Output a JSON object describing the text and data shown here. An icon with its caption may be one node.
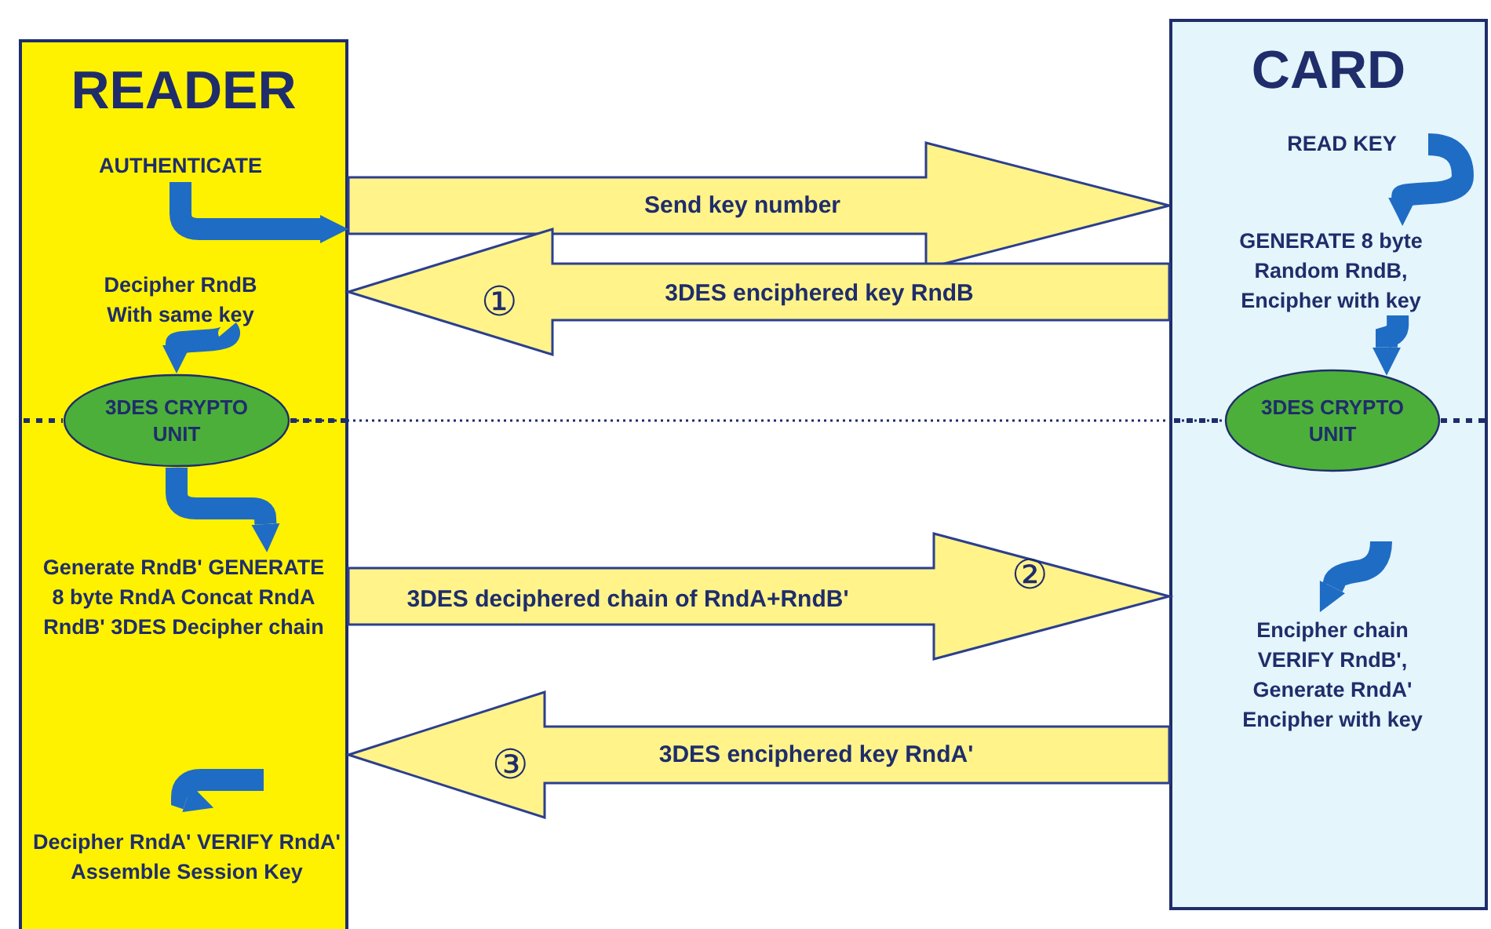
{
  "diagram": {
    "nodes": [
      {
        "text": [
          "READER"
        ]
      },
      {
        "text": [
          "AUTHENTICATE"
        ],
        "in": 0
      },
      {
        "text": [
          "Decipher RndB With same key"
        ],
        "in": 0
      },
      {
        "text": [
          "3DES CRYPTO UNIT"
        ],
        "in": 0
      },
      {
        "text": [
          "Generate RndB' GENERATE 8 byte RndA Concat RndA RndB' 3DES Decipher chain"
        ],
        "in": 0
      },
      {
        "text": [
          "Decipher RndA' VERIFY RndA' Assemble Session Key"
        ],
        "in": 0
      },
      {
        "text": [
          "CARD"
        ]
      },
      {
        "text": [
          "READ KEY"
        ],
        "in": 6
      },
      {
        "text": [
          "GENERATE 8 byte Random RndB, Encipher with key"
        ],
        "in": 6
      },
      {
        "text": [
          "3DES CRYPTO UNIT"
        ],
        "in": 6
      },
      {
        "text": [
          "Encipher chain VERIFY RndB', Generate RndA' Encipher with key"
        ],
        "in": 6
      }
    ],
    "edges": [
      {
        "from": 0,
        "to": 6,
        "arrow": "to",
        "label": "Send key number",
        "style": "thick",
        "color": "#fff38a"
      },
      {
        "from": 1,
        "to": 0,
        "arrow": "to"
      },
      {
        "from": 7,
        "to": 8,
        "arrow": "to"
      },
      {
        "from": 6,
        "to": 0,
        "arrow": "to",
        "label": "3DES enciphered key RndB",
        "style": "thick",
        "color": "#fff38a"
      },
      {
        "from": 8,
        "to": 9,
        "arrow": "to"
      },
      {
        "from": 2,
        "to": 3,
        "arrow": "to"
      },
      {
        "from": 3,
        "to": 9,
        "arrow": "none",
        "style": "dashed",
        "color": "#1f2d6b"
      },
      {
        "from": 3,
        "to": 4,
        "arrow": "to"
      },
      {
        "from": 0,
        "to": 6,
        "arrow": "to",
        "label": "3DES deciphered chain of RndA+RndB'",
        "style": "thick",
        "color": "#fff38a"
      },
      {
        "from": null,
        "to": 10,
        "arrow": "to"
      },
      {
        "from": 6,
        "to": 0,
        "arrow": "to",
        "label": "3DES enciphered key RndA'",
        "style": "thick",
        "color": "#fff38a"
      },
      {
        "from": null,
        "to": 5,
        "arrow": "to"
      }
    ],
    "labels": [
      "①",
      "②",
      "③"
    ]
  }
}
